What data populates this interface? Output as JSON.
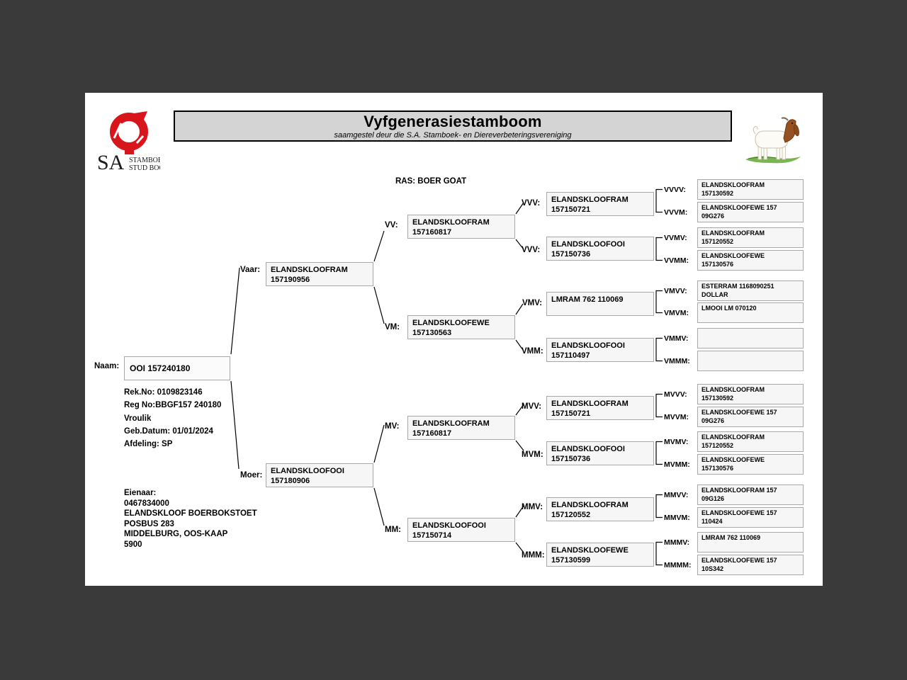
{
  "colors": {
    "brand_red": "#d9151c",
    "banner_bg": "#d4d4d4"
  },
  "header": {
    "title": "Vyfgenerasiestamboom",
    "subtitle": "saamgestel deur die S.A. Stamboek- en Diereverbeteringsvereniging",
    "logo": {
      "sa": "SA",
      "line1": "STAMBOEK",
      "line2": "STUD BOOK"
    }
  },
  "breed": {
    "ras_line": "RAS: BOER GOAT"
  },
  "subject": {
    "naam_label": "Naam:",
    "naam": "OOI 157240180",
    "details": [
      "Rek.No: 0109823146",
      "Reg No:BBGF157 240180",
      "Vroulik",
      "Geb.Datum: 01/01/2024",
      "Afdeling: SP"
    ],
    "owner": [
      "Eienaar:",
      "0467834000",
      "ELANDSKLOOF BOERBOKSTOET",
      "POSBUS 283",
      "MIDDELBURG, OOS-KAAP",
      "5900"
    ]
  },
  "tree": {
    "gen1": [
      {
        "label": "Vaar:",
        "name": "ELANDSKLOOFRAM",
        "number": "157190956"
      },
      {
        "label": "Moer:",
        "name": "ELANDSKLOOFOOI",
        "number": "157180906"
      }
    ],
    "gen2": [
      {
        "label": "VV:",
        "name": "ELANDSKLOOFRAM",
        "number": "157160817"
      },
      {
        "label": "VM:",
        "name": "ELANDSKLOOFEWE",
        "number": "157130563"
      },
      {
        "label": "MV:",
        "name": "ELANDSKLOOFRAM",
        "number": "157160817"
      },
      {
        "label": "MM:",
        "name": "ELANDSKLOOFOOI",
        "number": "157150714"
      }
    ],
    "gen3": [
      {
        "label": "VVV:",
        "name": "ELANDSKLOOFRAM",
        "number": "157150721"
      },
      {
        "label": "VVV:",
        "name": "ELANDSKLOOFOOI",
        "number": "157150736"
      },
      {
        "label": "VMV:",
        "name": "LMRAM 762 110069",
        "number": ""
      },
      {
        "label": "VMM:",
        "name": "ELANDSKLOOFOOI",
        "number": "157110497"
      },
      {
        "label": "MVV:",
        "name": "ELANDSKLOOFRAM",
        "number": "157150721"
      },
      {
        "label": "MVM:",
        "name": "ELANDSKLOOFOOI",
        "number": "157150736"
      },
      {
        "label": "MMV:",
        "name": "ELANDSKLOOFRAM",
        "number": "157120552"
      },
      {
        "label": "MMM:",
        "name": "ELANDSKLOOFEWE",
        "number": "157130599"
      }
    ],
    "gen4": [
      {
        "label": "VVVV:",
        "name": "ELANDSKLOOFRAM",
        "number": "157130592"
      },
      {
        "label": "VVVM:",
        "name": "ELANDSKLOOFEWE 157",
        "number": "09G276"
      },
      {
        "label": "VVMV:",
        "name": "ELANDSKLOOFRAM",
        "number": "157120552"
      },
      {
        "label": "VVMM:",
        "name": "ELANDSKLOOFEWE",
        "number": "157130576"
      },
      {
        "label": "VMVV:",
        "name": "ESTERRAM 1168090251",
        "number": "DOLLAR"
      },
      {
        "label": "VMVM:",
        "name": "LMOOI LM 070120",
        "number": ""
      },
      {
        "label": "VMMV:",
        "name": "",
        "number": ""
      },
      {
        "label": "VMMM:",
        "name": "",
        "number": ""
      },
      {
        "label": "MVVV:",
        "name": "ELANDSKLOOFRAM",
        "number": "157130592"
      },
      {
        "label": "MVVM:",
        "name": "ELANDSKLOOFEWE 157",
        "number": "09G276"
      },
      {
        "label": "MVMV:",
        "name": "ELANDSKLOOFRAM",
        "number": "157120552"
      },
      {
        "label": "MVMM:",
        "name": "ELANDSKLOOFEWE",
        "number": "157130576"
      },
      {
        "label": "MMVV:",
        "name": "ELANDSKLOOFRAM 157",
        "number": "09G126"
      },
      {
        "label": "MMVM:",
        "name": "ELANDSKLOOFEWE 157",
        "number": "110424"
      },
      {
        "label": "MMMV:",
        "name": "LMRAM 762 110069",
        "number": ""
      },
      {
        "label": "MMMM:",
        "name": "ELANDSKLOOFEWE 157",
        "number": "10S342"
      }
    ]
  }
}
